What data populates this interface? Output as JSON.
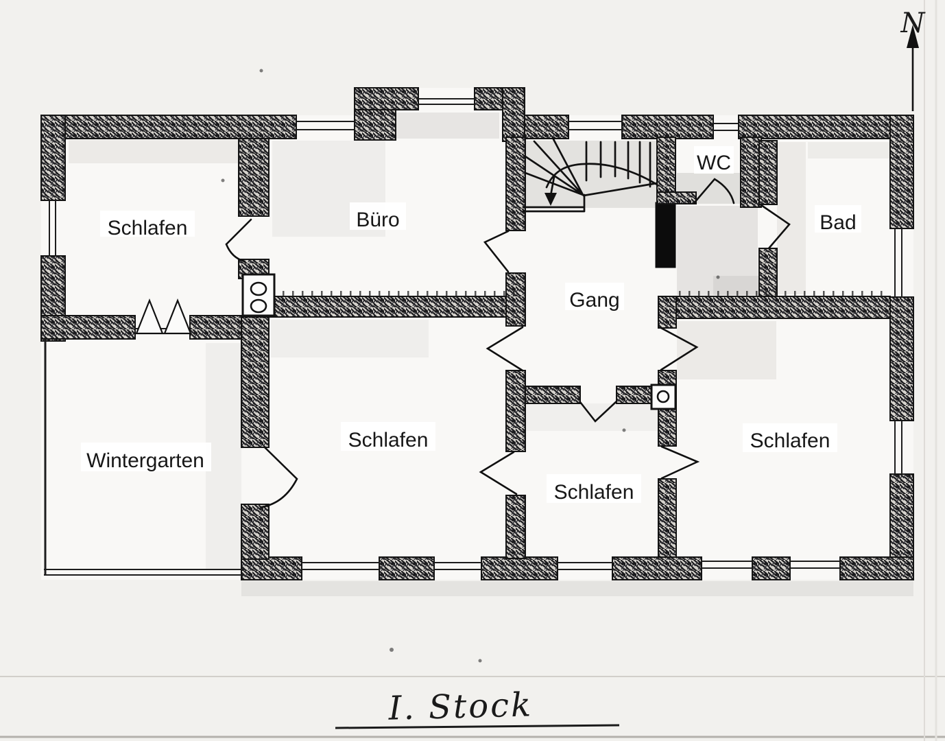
{
  "plan": {
    "title": "I. Stock",
    "north_label": "N",
    "rooms": [
      {
        "id": "schlafen-nw",
        "label": "Schlafen"
      },
      {
        "id": "buero",
        "label": "Büro"
      },
      {
        "id": "wc",
        "label": "WC"
      },
      {
        "id": "bad",
        "label": "Bad"
      },
      {
        "id": "gang",
        "label": "Gang"
      },
      {
        "id": "wintergarten",
        "label": "Wintergarten"
      },
      {
        "id": "schlafen-mitte",
        "label": "Schlafen"
      },
      {
        "id": "schlafen-sued",
        "label": "Schlafen"
      },
      {
        "id": "schlafen-ost",
        "label": "Schlafen"
      }
    ],
    "icons": [
      {
        "name": "north-arrow"
      },
      {
        "name": "stairs-down-arrow"
      },
      {
        "name": "stove-two-burners"
      },
      {
        "name": "stove-single-burner"
      },
      {
        "name": "chimney-block"
      },
      {
        "name": "double-door-triangles"
      }
    ],
    "colors": {
      "paper": "#f2f1ee",
      "ink": "#141414",
      "wall_fill": "#d6d3cd",
      "shading": "#a7a49e"
    }
  }
}
